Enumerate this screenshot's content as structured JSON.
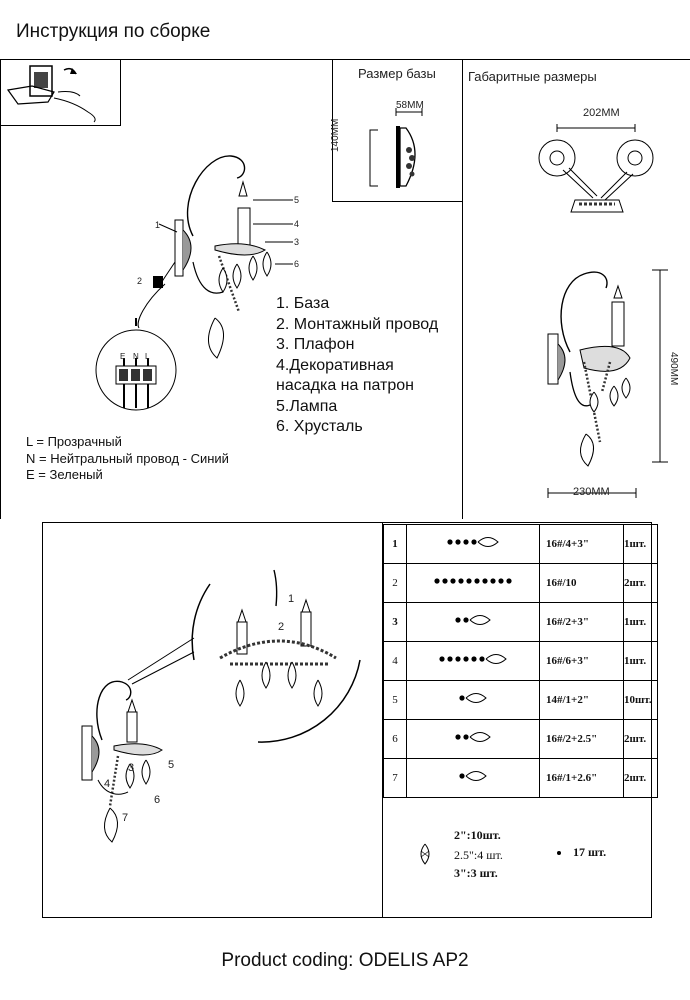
{
  "title": "Инструкция по сборке",
  "base_size": {
    "heading": "Размер базы",
    "width": "58MM",
    "height": "140MM"
  },
  "dimensions": {
    "heading": "Габаритные размеры",
    "arm_span": "202MM",
    "height": "490MM",
    "width": "230MM"
  },
  "callouts": [
    "1",
    "2",
    "3",
    "4",
    "5",
    "6"
  ],
  "wire_terminals": [
    "E",
    "N",
    "L"
  ],
  "parts_legend": [
    "1. База",
    "2. Монтажный провод",
    "3. Плафон",
    "4.Декоративная",
    "насадка на патрон",
    "5.Лампа",
    "6. Хрусталь"
  ],
  "wire_legend": [
    "L = Прозрачный",
    "N = Нейтральный провод - Синий",
    "E = Зеленый"
  ],
  "assembly_callouts": {
    "top": [
      "1",
      "2"
    ],
    "side": [
      "3",
      "4",
      "5",
      "6",
      "7"
    ]
  },
  "crystal_table": [
    {
      "num": "1",
      "code": "16#/4+3\"",
      "qty": "1шт."
    },
    {
      "num": "2",
      "code": "16#/10",
      "qty": "2шт."
    },
    {
      "num": "3",
      "code": "16#/2+3\"",
      "qty": "1шт."
    },
    {
      "num": "4",
      "code": "16#/6+3\"",
      "qty": "1шт."
    },
    {
      "num": "5",
      "code": "14#/1+2\"",
      "qty": "10шт."
    },
    {
      "num": "6",
      "code": "16#/2+2.5\"",
      "qty": "2шт."
    },
    {
      "num": "7",
      "code": "16#/1+2.6\"",
      "qty": "2шт."
    }
  ],
  "crystal_summary": {
    "line1": "2\":10шт.",
    "line2": "2.5\":4 шт.",
    "line3": "3\":3 шт.",
    "beads": "17 шт."
  },
  "footer": "Product coding: ODELIS AP2"
}
